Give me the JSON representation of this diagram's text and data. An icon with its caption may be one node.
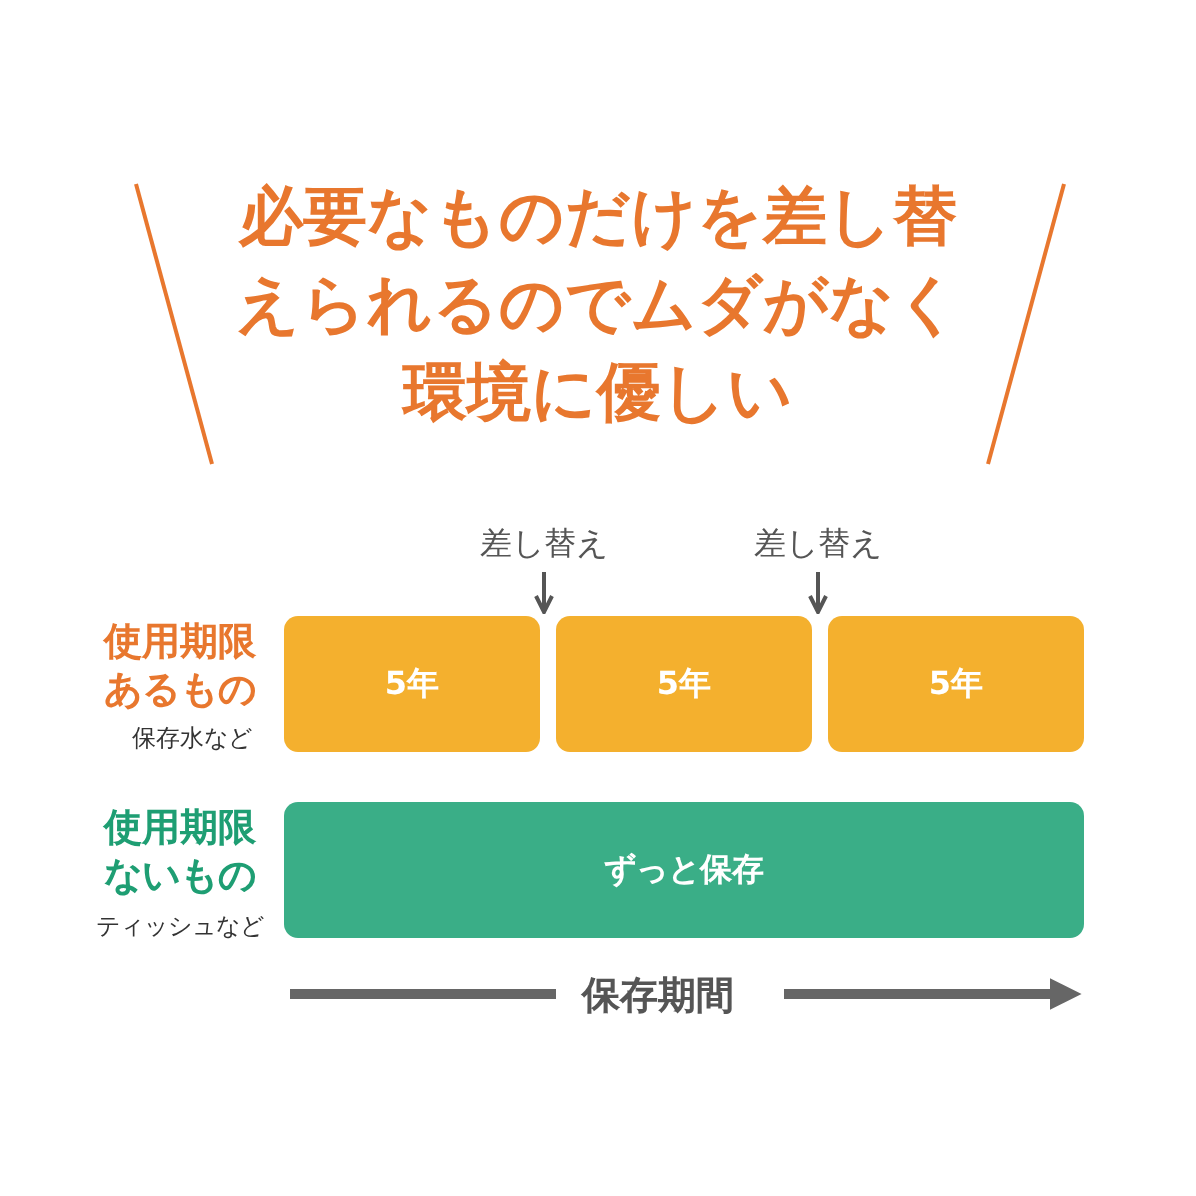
{
  "diagram": {
    "title": "必要なものだけを差し替えられるのでムダがなく環境に優しい",
    "nodes": [
      {
        "text": [
          "差し替え"
        ]
      },
      {
        "text": [
          "差し替え"
        ]
      },
      {
        "text": [
          "5年"
        ]
      },
      {
        "text": [
          "5年"
        ]
      },
      {
        "text": [
          "5年"
        ]
      },
      {
        "text": [
          "ずっと保存"
        ]
      }
    ],
    "edges": [
      {
        "from": 0,
        "to": null,
        "arrow": "to"
      },
      {
        "from": 1,
        "to": null,
        "arrow": "to"
      }
    ],
    "labels": [
      "使用期限あるもの",
      "保存水など",
      "使用期限ないもの",
      "ティッシュなど",
      "保存期間"
    ]
  }
}
